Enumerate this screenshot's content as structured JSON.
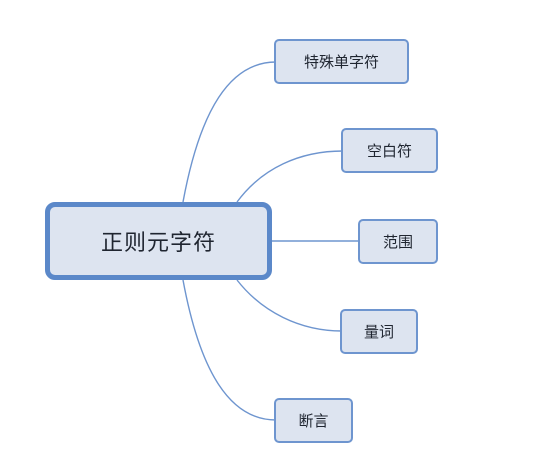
{
  "mindmap": {
    "root": {
      "label": "正则元字符"
    },
    "children": [
      {
        "label": "特殊单字符"
      },
      {
        "label": "空白符"
      },
      {
        "label": "范围"
      },
      {
        "label": "量词"
      },
      {
        "label": "断言"
      }
    ]
  },
  "colors": {
    "node_fill": "#dde4f0",
    "root_border": "#5b88c9",
    "child_border": "#6e95cf",
    "connector": "#6e95cf"
  }
}
